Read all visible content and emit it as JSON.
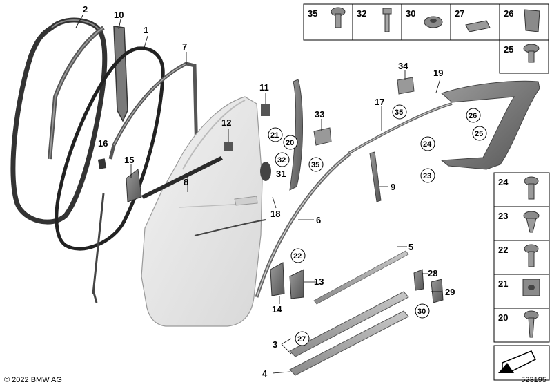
{
  "callouts": {
    "c1": "1",
    "c2": "2",
    "c3": "3",
    "c4": "4",
    "c5": "5",
    "c6": "6",
    "c7": "7",
    "c8": "8",
    "c9": "9",
    "c10": "10",
    "c11": "11",
    "c12": "12",
    "c13": "13",
    "c14": "14",
    "c15": "15",
    "c16": "16",
    "c17": "17",
    "c18": "18",
    "c19": "19",
    "c28": "28",
    "c29": "29",
    "c31": "31",
    "c33": "33",
    "c34": "34"
  },
  "circled": {
    "r20": "20",
    "r21": "21",
    "r22": "22",
    "r23": "23",
    "r24": "24",
    "r25": "25",
    "r26": "26",
    "r27": "27",
    "r30": "30",
    "r32": "32",
    "r35a": "35",
    "r35b": "35"
  },
  "top_panel": [
    "35",
    "32",
    "30",
    "27",
    "26"
  ],
  "top_panel_extra": "25",
  "side_panel": [
    "24",
    "23",
    "22",
    "21",
    "20"
  ],
  "footer": {
    "copyright": "© 2022 BMW AG",
    "diagram_id": "523195"
  }
}
